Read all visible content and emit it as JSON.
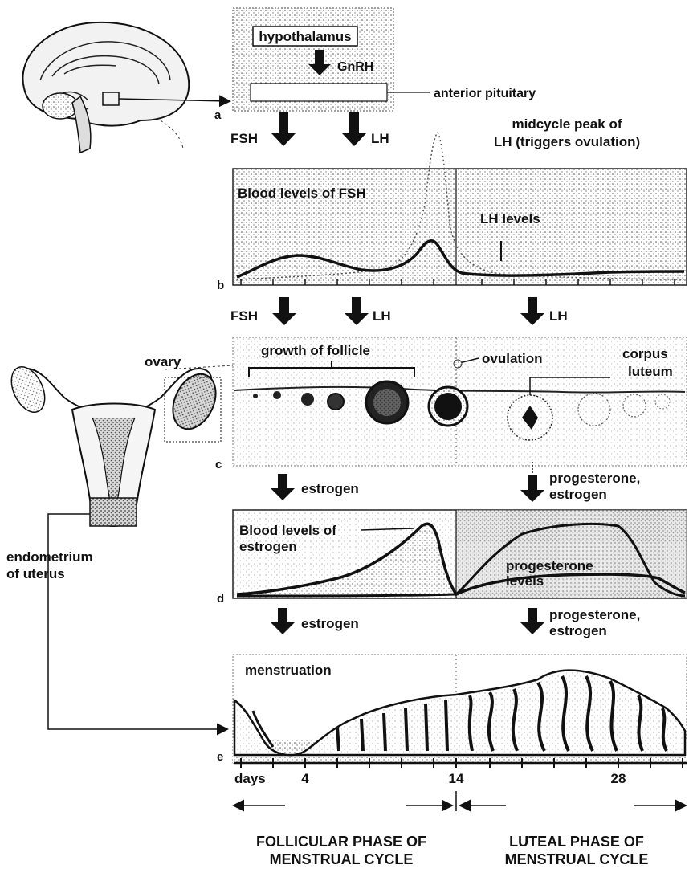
{
  "panel_a": {
    "letter": "a",
    "hypothalamus": "hypothalamus",
    "gnrh": "GnRH",
    "anterior_pituitary": "anterior pituitary",
    "fsh": "FSH",
    "lh": "LH",
    "midcycle_line1": "midcycle peak of",
    "midcycle_line2": "LH (triggers ovulation)"
  },
  "panel_b": {
    "letter": "b",
    "fsh_levels": "Blood levels of FSH",
    "lh_levels": "LH levels",
    "fsh": "FSH",
    "lh_1": "LH",
    "lh_2": "LH"
  },
  "panel_c": {
    "letter": "c",
    "ovary": "ovary",
    "growth": "growth of follicle",
    "ovulation": "ovulation",
    "corpus_line1": "corpus",
    "corpus_line2": "luteum",
    "estrogen": "estrogen",
    "prog_line1": "progesterone,",
    "prog_line2": "estrogen"
  },
  "panel_d": {
    "letter": "d",
    "estrogen_line1": "Blood levels of",
    "estrogen_line2": "estrogen",
    "prog_line1": "progesterone",
    "prog_line2": "levels",
    "endometrium_line1": "endometrium",
    "endometrium_line2": "of uterus",
    "estrogen": "estrogen",
    "arrow_prog_line1": "progesterone,",
    "arrow_prog_line2": "estrogen"
  },
  "panel_e": {
    "letter": "e",
    "menstruation": "menstruation",
    "days": "days",
    "day4": "4",
    "day14": "14",
    "day28": "28",
    "follicular_line1": "FOLLICULAR PHASE OF",
    "follicular_line2": "MENSTRUAL CYCLE",
    "luteal_line1": "LUTEAL PHASE OF",
    "luteal_line2": "MENSTRUAL CYCLE"
  }
}
